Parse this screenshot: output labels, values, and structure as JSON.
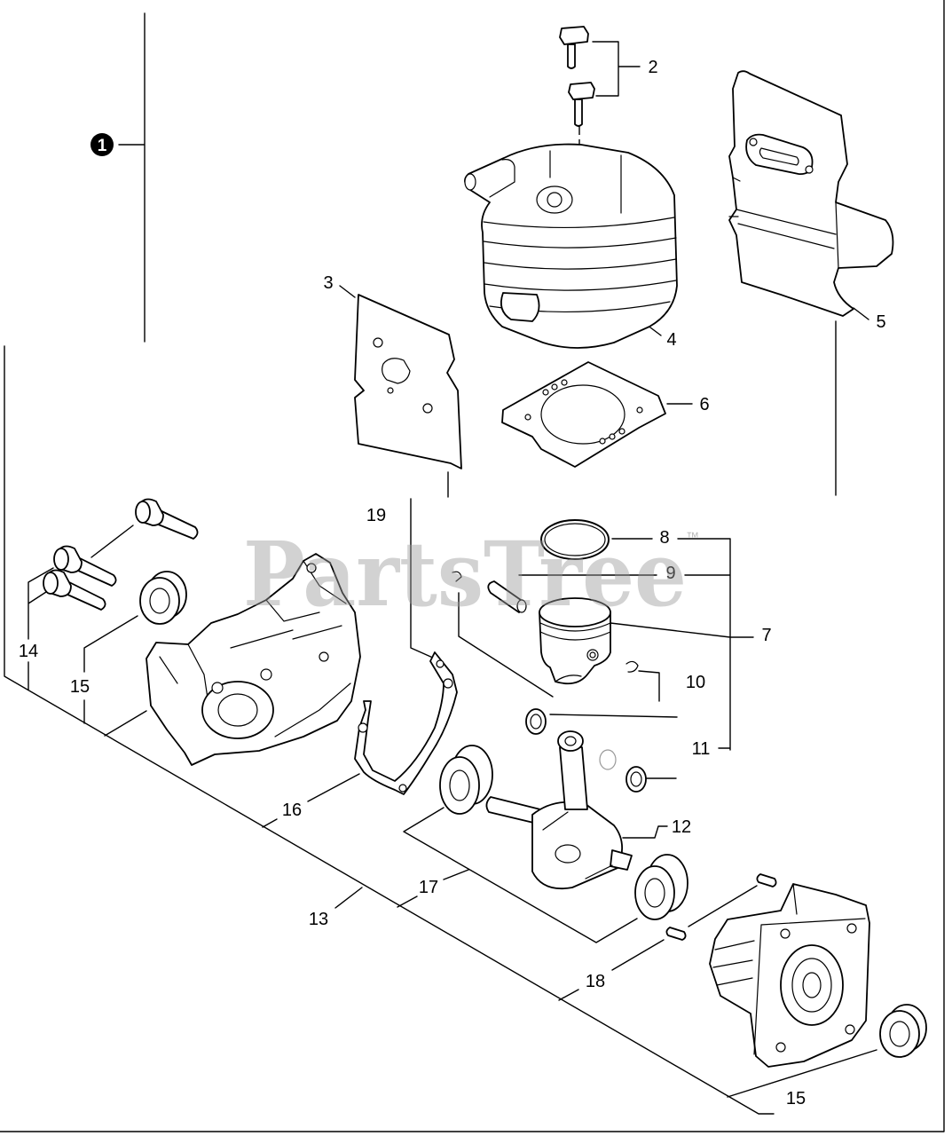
{
  "diagram": {
    "assembly_marker": "1",
    "callouts": {
      "item_2": "2",
      "item_3": "3",
      "item_4": "4",
      "item_5": "5",
      "item_6": "6",
      "item_7": "7",
      "item_8": "8",
      "item_9": "9",
      "item_10": "10",
      "item_11": "11",
      "item_12": "12",
      "item_13": "13",
      "item_14": "14",
      "item_15_left": "15",
      "item_15_right": "15",
      "item_16": "16",
      "item_17": "17",
      "item_18": "18",
      "item_19": "19"
    },
    "watermark": {
      "text": "PartsTree",
      "trademark": "™"
    }
  },
  "colors": {
    "line": "#000000",
    "background": "#ffffff",
    "watermark": "#9c9c9c"
  }
}
